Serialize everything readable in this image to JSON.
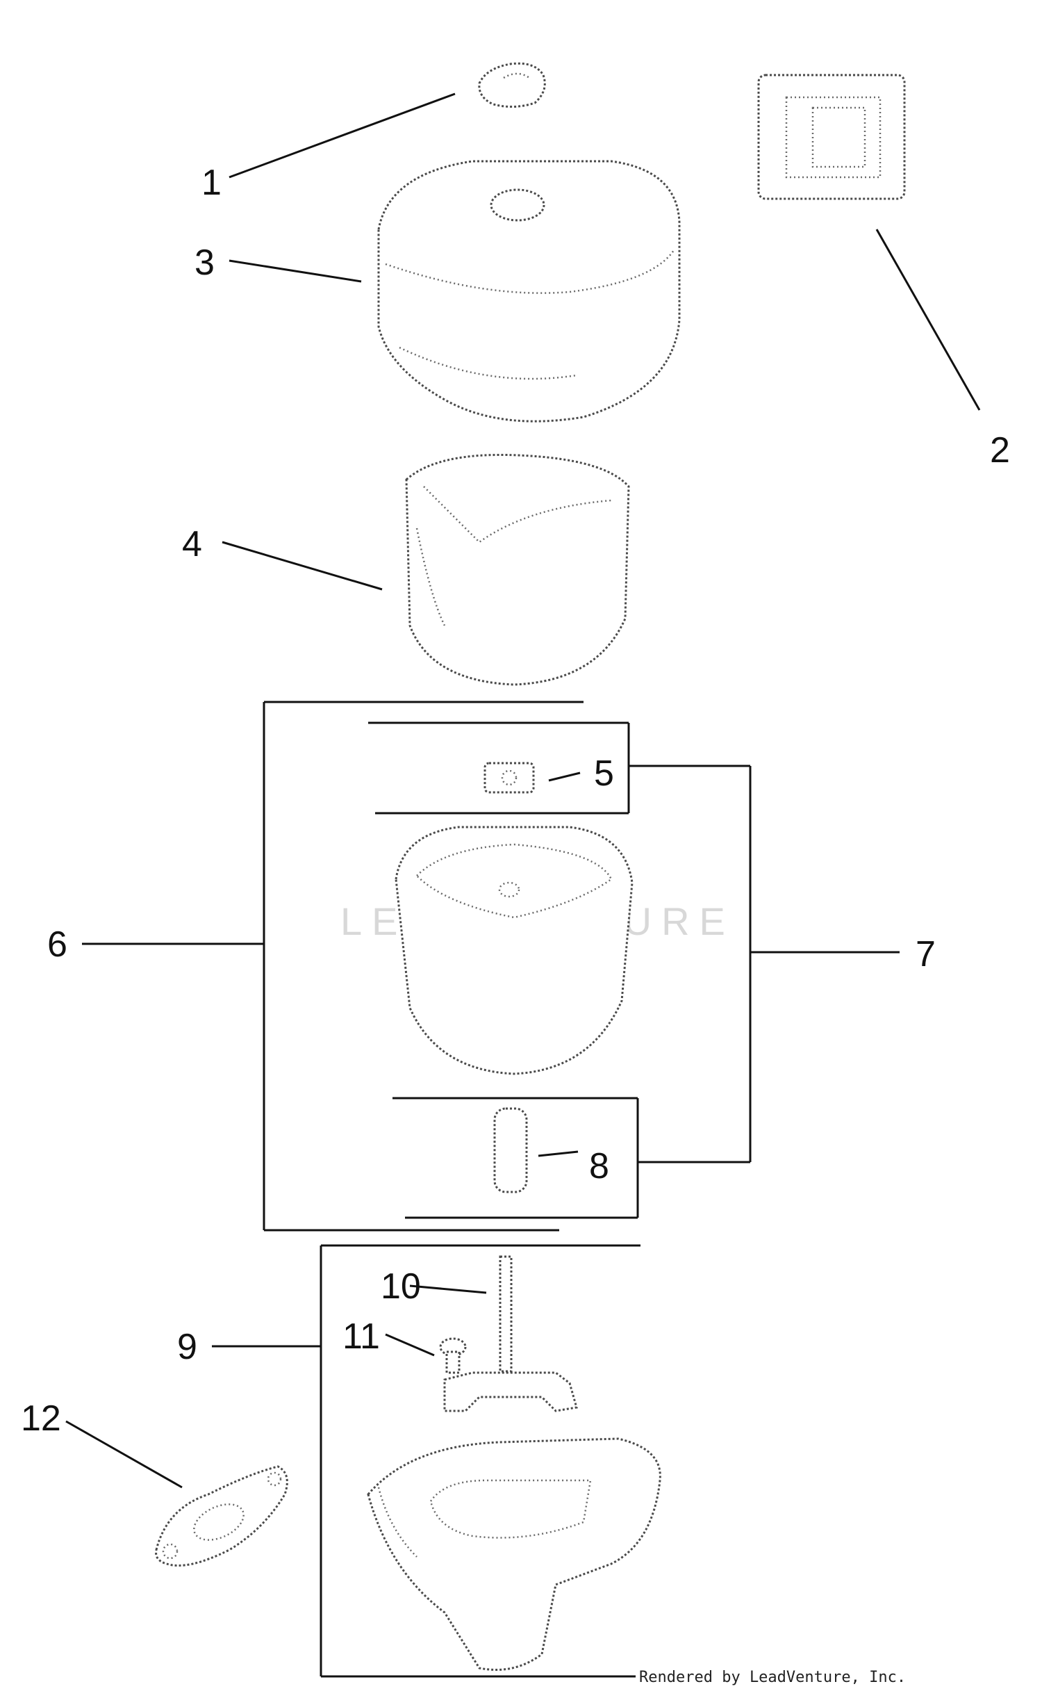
{
  "labels": {
    "p1": "1",
    "p2": "2",
    "p3": "3",
    "p4": "4",
    "p5": "5",
    "p6": "6",
    "p7": "7",
    "p8": "8",
    "p9": "9",
    "p10": "10",
    "p11": "11",
    "p12": "12"
  },
  "watermark": "LEADVENTURE",
  "credit": "Rendered by LeadVenture, Inc."
}
